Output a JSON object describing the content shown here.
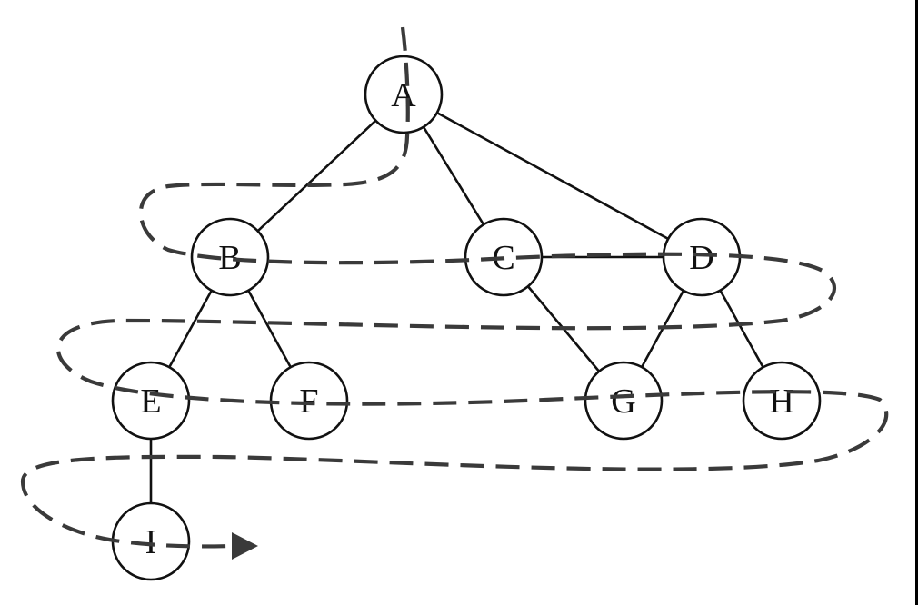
{
  "nodes": [
    {
      "id": "A",
      "label": "A"
    },
    {
      "id": "B",
      "label": "B"
    },
    {
      "id": "C",
      "label": "C"
    },
    {
      "id": "D",
      "label": "D"
    },
    {
      "id": "E",
      "label": "E"
    },
    {
      "id": "F",
      "label": "F"
    },
    {
      "id": "G",
      "label": "G"
    },
    {
      "id": "H",
      "label": "H"
    },
    {
      "id": "I",
      "label": "I"
    }
  ],
  "edges": [
    {
      "from": "A",
      "to": "B"
    },
    {
      "from": "A",
      "to": "C"
    },
    {
      "from": "A",
      "to": "D"
    },
    {
      "from": "B",
      "to": "E"
    },
    {
      "from": "B",
      "to": "F"
    },
    {
      "from": "C",
      "to": "D"
    },
    {
      "from": "C",
      "to": "G"
    },
    {
      "from": "D",
      "to": "G"
    },
    {
      "from": "D",
      "to": "H"
    },
    {
      "from": "E",
      "to": "I"
    }
  ],
  "traversal_order": [
    "A",
    "B",
    "C",
    "D",
    "E",
    "F",
    "G",
    "H",
    "I"
  ]
}
